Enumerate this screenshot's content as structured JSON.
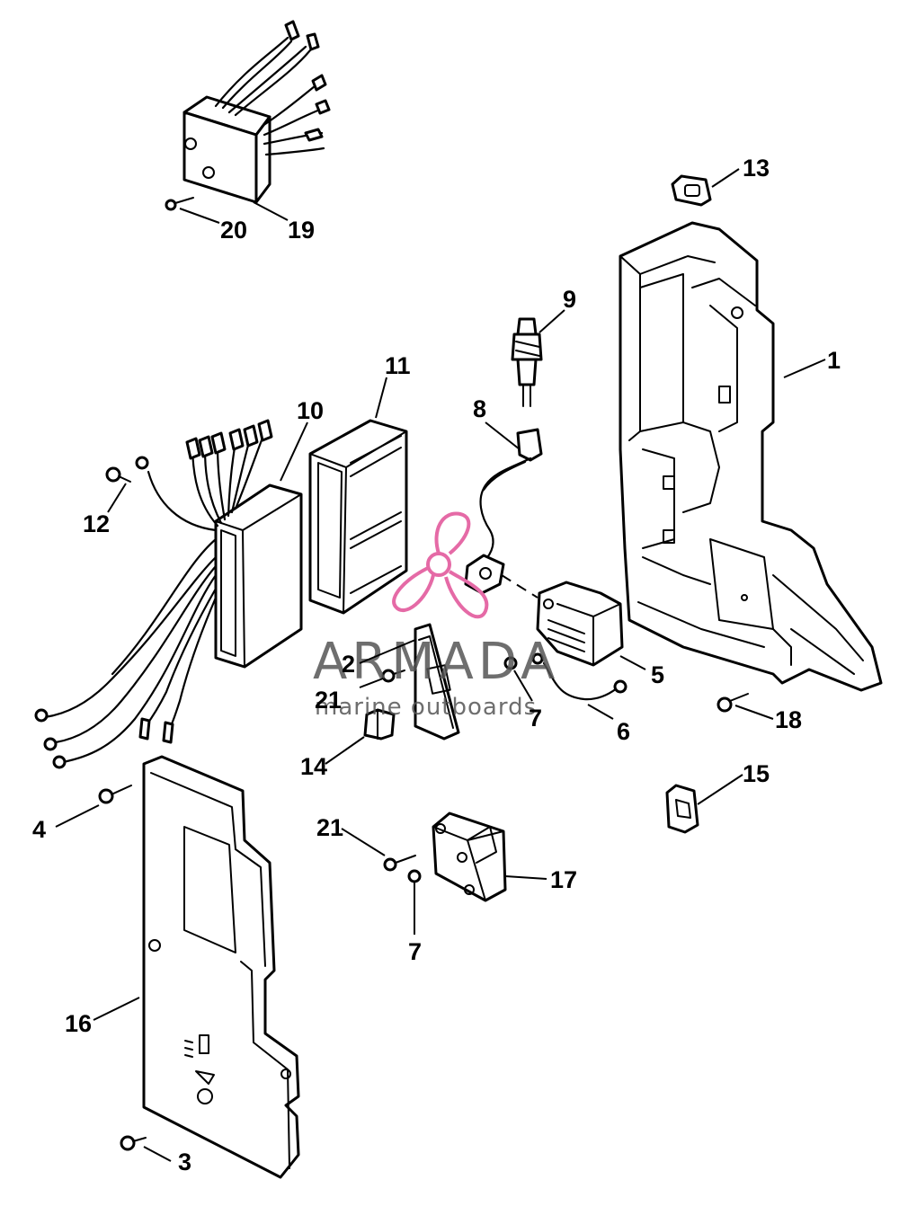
{
  "callouts": [
    {
      "id": "1",
      "label": "1"
    },
    {
      "id": "2",
      "label": "2"
    },
    {
      "id": "3",
      "label": "3"
    },
    {
      "id": "4",
      "label": "4"
    },
    {
      "id": "5",
      "label": "5"
    },
    {
      "id": "6",
      "label": "6"
    },
    {
      "id": "7a",
      "label": "7"
    },
    {
      "id": "7b",
      "label": "7"
    },
    {
      "id": "8",
      "label": "8"
    },
    {
      "id": "9",
      "label": "9"
    },
    {
      "id": "10",
      "label": "10"
    },
    {
      "id": "11",
      "label": "11"
    },
    {
      "id": "12",
      "label": "12"
    },
    {
      "id": "13",
      "label": "13"
    },
    {
      "id": "14",
      "label": "14"
    },
    {
      "id": "15",
      "label": "15"
    },
    {
      "id": "16",
      "label": "16"
    },
    {
      "id": "17",
      "label": "17"
    },
    {
      "id": "18",
      "label": "18"
    },
    {
      "id": "19",
      "label": "19"
    },
    {
      "id": "20",
      "label": "20"
    },
    {
      "id": "21a",
      "label": "21"
    },
    {
      "id": "21b",
      "label": "21"
    }
  ],
  "watermark": {
    "brand": "ARMADA",
    "tagline": "marine outboards",
    "logo_icon": "propeller-logo-icon",
    "logo_color": "#e56aa6",
    "text_color": "#555555"
  }
}
